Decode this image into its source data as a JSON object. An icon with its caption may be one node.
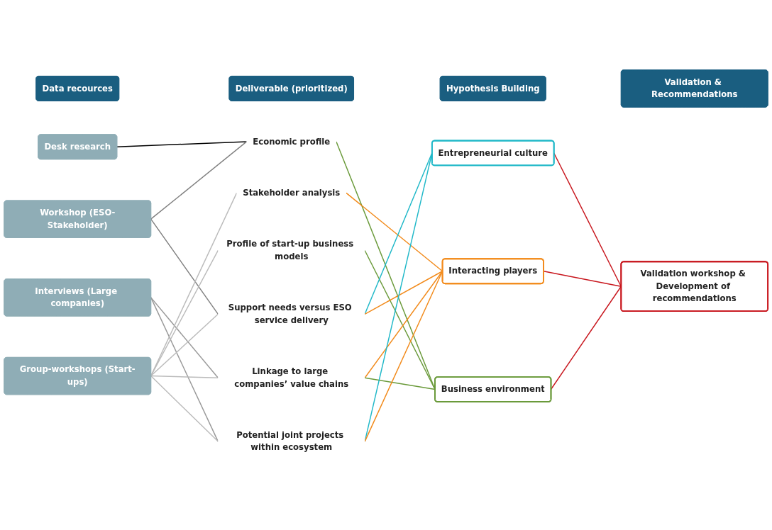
{
  "diagram": {
    "nodes": [
      {
        "text": [
          "Data recources"
        ]
      },
      {
        "text": [
          "Deliverable (prioritized)"
        ]
      },
      {
        "text": [
          "Hypothesis Building"
        ]
      },
      {
        "text": [
          "Validation & Recommendations"
        ]
      },
      {
        "text": [
          "Desk research"
        ]
      },
      {
        "text": [
          "Workshop (ESO-Stakeholder)"
        ]
      },
      {
        "text": [
          "Interviews (Large companies)"
        ]
      },
      {
        "text": [
          "Group-workshops (Start-ups)"
        ]
      },
      {
        "text": [
          "Economic profile"
        ]
      },
      {
        "text": [
          "Stakeholder analysis"
        ]
      },
      {
        "text": [
          "Profile of start-up business models"
        ]
      },
      {
        "text": [
          "Support needs versus ESO service delivery"
        ]
      },
      {
        "text": [
          "Linkage to large companies’ value chains"
        ]
      },
      {
        "text": [
          "Potential joint projects within ecosystem"
        ]
      },
      {
        "text": [
          "Entrepreneurial culture"
        ]
      },
      {
        "text": [
          "Interacting players"
        ]
      },
      {
        "text": [
          "Business environment"
        ]
      },
      {
        "text": [
          "Validation workshop & Development of recommendations"
        ]
      }
    ],
    "edges": [
      {
        "from": 4,
        "to": 8,
        "arrow": "none",
        "color": "#000000"
      },
      {
        "from": 5,
        "to": 8,
        "arrow": "none",
        "color": "#808080"
      },
      {
        "from": 5,
        "to": 11,
        "arrow": "none",
        "color": "#808080"
      },
      {
        "from": 6,
        "to": 12,
        "arrow": "none",
        "color": "#999999"
      },
      {
        "from": 6,
        "to": 13,
        "arrow": "none",
        "color": "#999999"
      },
      {
        "from": 7,
        "to": 9,
        "arrow": "none",
        "color": "#bbbbbb"
      },
      {
        "from": 7,
        "to": 10,
        "arrow": "none",
        "color": "#bbbbbb"
      },
      {
        "from": 7,
        "to": 11,
        "arrow": "none",
        "color": "#bbbbbb"
      },
      {
        "from": 7,
        "to": 12,
        "arrow": "none",
        "color": "#bbbbbb"
      },
      {
        "from": 7,
        "to": 13,
        "arrow": "none",
        "color": "#bbbbbb"
      },
      {
        "from": 8,
        "to": 16,
        "arrow": "none",
        "color": "#6a9a3a"
      },
      {
        "from": 9,
        "to": 15,
        "arrow": "none",
        "color": "#f28a1a"
      },
      {
        "from": 10,
        "to": 16,
        "arrow": "none",
        "color": "#6a9a3a"
      },
      {
        "from": 11,
        "to": 14,
        "arrow": "none",
        "color": "#1fb8c8"
      },
      {
        "from": 11,
        "to": 15,
        "arrow": "none",
        "color": "#f28a1a"
      },
      {
        "from": 12,
        "to": 15,
        "arrow": "none",
        "color": "#f28a1a"
      },
      {
        "from": 12,
        "to": 16,
        "arrow": "none",
        "color": "#6a9a3a"
      },
      {
        "from": 13,
        "to": 14,
        "arrow": "none",
        "color": "#1fb8c8"
      },
      {
        "from": 13,
        "to": 15,
        "arrow": "none",
        "color": "#f28a1a"
      },
      {
        "from": 14,
        "to": 17,
        "arrow": "none",
        "color": "#c8161d"
      },
      {
        "from": 15,
        "to": 17,
        "arrow": "none",
        "color": "#c8161d"
      },
      {
        "from": 16,
        "to": 17,
        "arrow": "none",
        "color": "#c8161d"
      }
    ]
  }
}
